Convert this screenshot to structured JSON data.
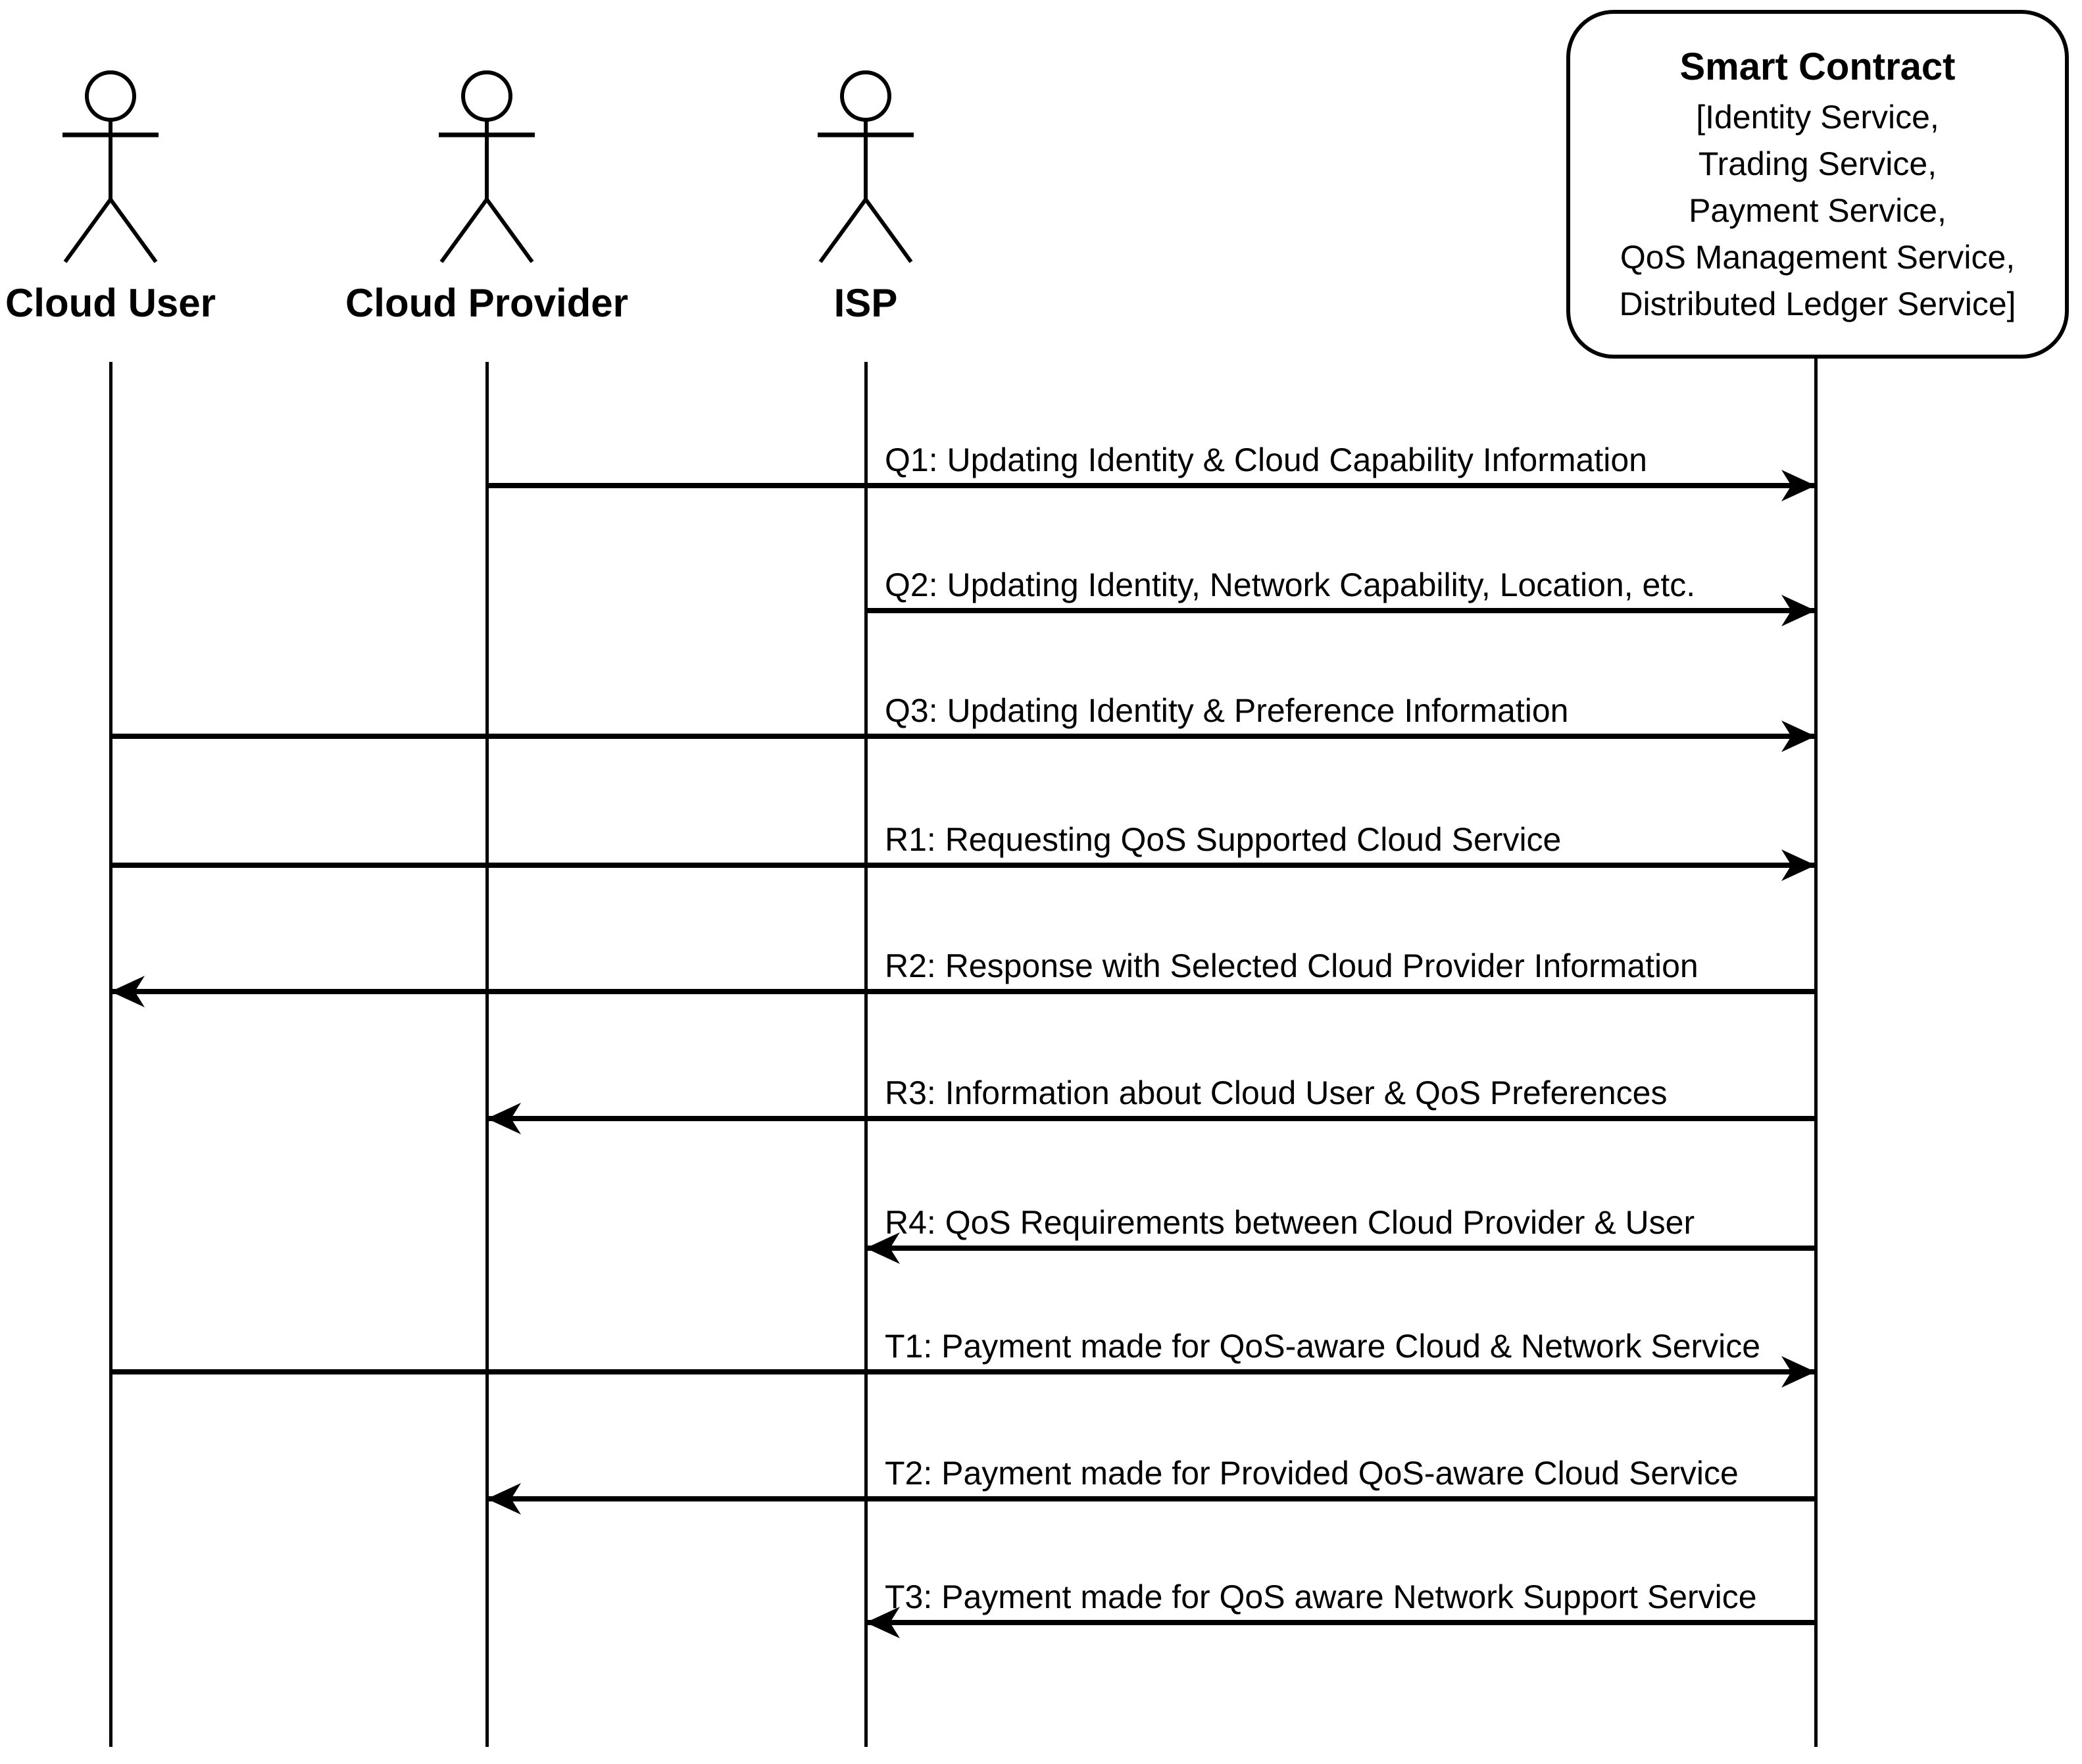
{
  "diagram": {
    "type": "uml-sequence-diagram",
    "colors": {
      "stroke": "#000000",
      "background": "#ffffff"
    },
    "actors": [
      {
        "id": "cloud-user",
        "kind": "actor",
        "label": "Cloud User"
      },
      {
        "id": "cloud-provider",
        "kind": "actor",
        "label": "Cloud Provider"
      },
      {
        "id": "isp",
        "kind": "actor",
        "label": "ISP"
      },
      {
        "id": "smart-contract",
        "kind": "object",
        "title": "Smart Contract",
        "lines": [
          "[Identity Service,",
          "Trading Service,",
          "Payment Service,",
          "QoS Management Service,",
          "Distributed Ledger Service]"
        ]
      }
    ],
    "messages": [
      {
        "id": "Q1",
        "from": "cloud-provider",
        "to": "smart-contract",
        "label": "Q1: Updating Identity & Cloud Capability Information"
      },
      {
        "id": "Q2",
        "from": "isp",
        "to": "smart-contract",
        "label": "Q2: Updating Identity, Network Capability, Location, etc."
      },
      {
        "id": "Q3",
        "from": "cloud-user",
        "to": "smart-contract",
        "label": "Q3: Updating Identity & Preference Information"
      },
      {
        "id": "R1",
        "from": "cloud-user",
        "to": "smart-contract",
        "label": "R1: Requesting QoS Supported Cloud Service"
      },
      {
        "id": "R2",
        "from": "smart-contract",
        "to": "cloud-user",
        "label": "R2: Response with Selected Cloud Provider Information"
      },
      {
        "id": "R3",
        "from": "smart-contract",
        "to": "cloud-provider",
        "label": "R3: Information about Cloud User & QoS Preferences"
      },
      {
        "id": "R4",
        "from": "smart-contract",
        "to": "isp",
        "label": "R4: QoS Requirements between Cloud Provider & User"
      },
      {
        "id": "T1",
        "from": "cloud-user",
        "to": "smart-contract",
        "label": "T1: Payment made for QoS-aware Cloud & Network Service"
      },
      {
        "id": "T2",
        "from": "smart-contract",
        "to": "cloud-provider",
        "label": "T2: Payment made for Provided QoS-aware Cloud Service"
      },
      {
        "id": "T3",
        "from": "smart-contract",
        "to": "isp",
        "label": "T3: Payment made for QoS aware Network Support Service"
      }
    ]
  }
}
